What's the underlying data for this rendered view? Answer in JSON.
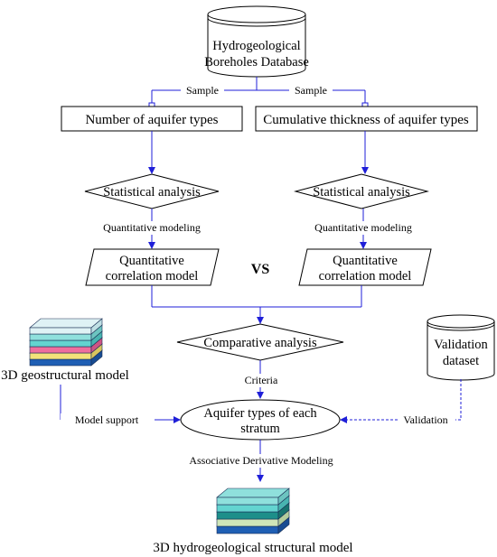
{
  "nodes": {
    "database": {
      "line1": "Hydrogeological",
      "line2": "Boreholes Database"
    },
    "aquifer_count": "Number of aquifer types",
    "aquifer_thickness": "Cumulative thickness of aquifer types",
    "stats_left": "Statistical analysis",
    "stats_right": "Statistical analysis",
    "model_left": {
      "line1": "Quantitative",
      "line2": "correlation model"
    },
    "model_right": {
      "line1": "Quantitative",
      "line2": "correlation model"
    },
    "vs": "VS",
    "comparative": "Comparative analysis",
    "geostructural": "3D geostructural model",
    "validation_dataset": {
      "line1": "Validation",
      "line2": "dataset"
    },
    "aquifer_types_stratum": {
      "line1": "Aquifer types of  each",
      "line2": "stratum"
    },
    "hydro_model": "3D hydrogeological structural model"
  },
  "edges": {
    "sample_left": "Sample",
    "sample_right": "Sample",
    "quant_modeling_left": "Quantitative modeling",
    "quant_modeling_right": "Quantitative modeling",
    "criteria": "Criteria",
    "model_support": "Model support",
    "validation": "Validation",
    "associative": "Associative Derivative Modeling"
  },
  "colors": {
    "arrow": "#1f1fd8",
    "stroke": "#000000",
    "layer_top_geo": "#dff2f5",
    "layer_cyan": "#63d4d0",
    "layer_pink": "#ee6e9e",
    "layer_yellow": "#f3e27a",
    "layer_blue": "#1f5fb4",
    "layer_teal_dark": "#1d8f8a",
    "layer_pale_green": "#cfe6b8"
  }
}
